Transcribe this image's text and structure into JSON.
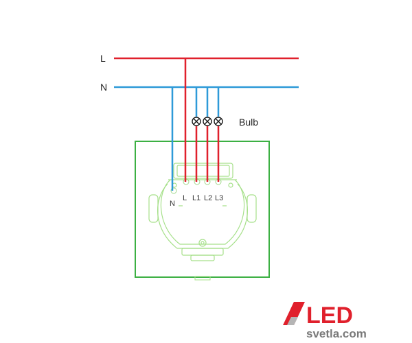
{
  "labels": {
    "line": "L",
    "neutral": "N",
    "bulb": "Bulb"
  },
  "terminals": {
    "n": "N",
    "l": "L",
    "l1": "L1",
    "l2": "L2",
    "l3": "L3"
  },
  "logo": {
    "brand": "LED",
    "domain": "svetla.com"
  },
  "colors": {
    "line_wire": "#e0202c",
    "neutral_wire": "#2e9ad8",
    "switch_outline": "#3cb043",
    "mechanism": "#a6e08a",
    "logo_red": "#e0202c",
    "logo_gray": "#7a7a7a"
  }
}
